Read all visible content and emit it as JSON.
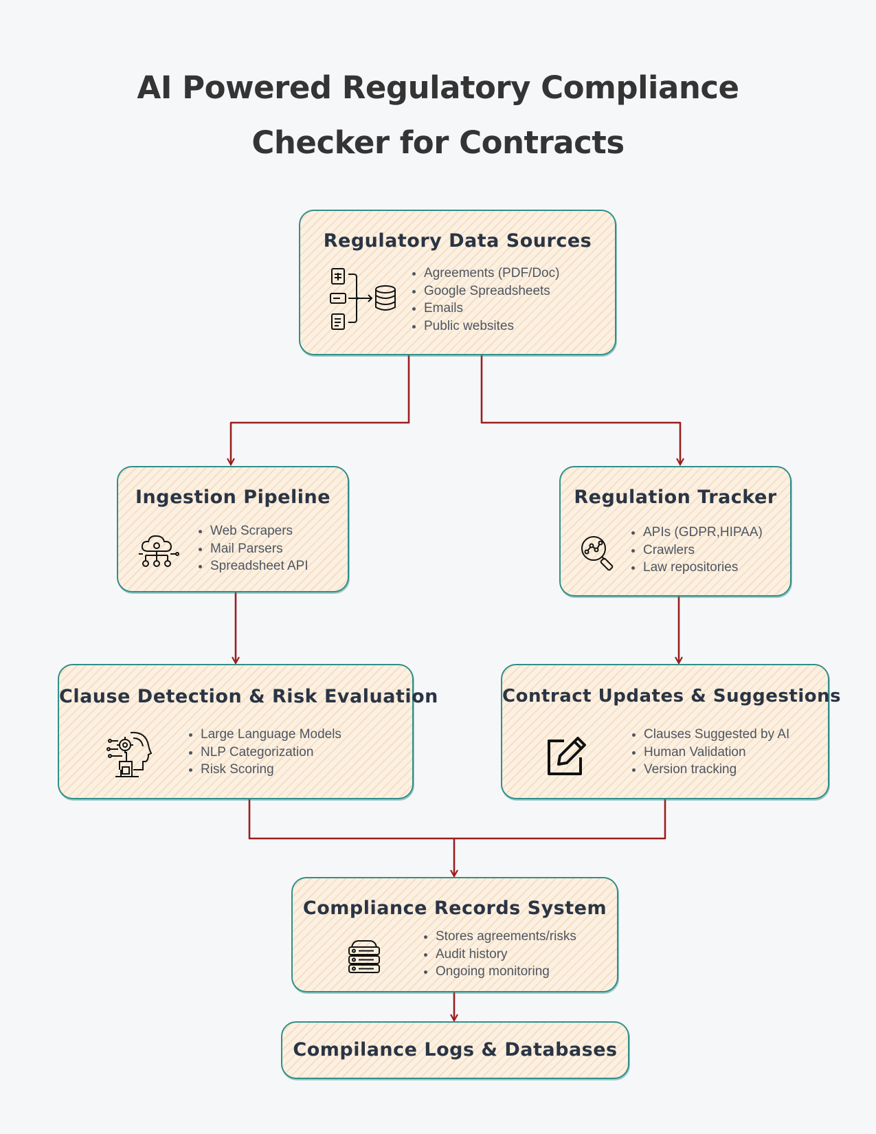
{
  "title": {
    "line1": "AI Powered Regulatory Compliance",
    "line2": "Checker for Contracts"
  },
  "colors": {
    "border": "#2f8f89",
    "fill": "#fbf0e1",
    "arrow": "#9a1e1e"
  },
  "nodes": {
    "sources": {
      "title": "Regulatory Data Sources",
      "icon": "data-sources-to-database-icon",
      "items": [
        "Agreements (PDF/Doc)",
        "Google Spreadsheets",
        "Emails",
        "Public websites"
      ]
    },
    "ingestion": {
      "title": "Ingestion Pipeline",
      "icon": "cloud-network-icon",
      "items": [
        "Web Scrapers",
        "Mail Parsers",
        "Spreadsheet API"
      ]
    },
    "tracker": {
      "title": "Regulation Tracker",
      "icon": "magnifier-analytics-icon",
      "items": [
        "APIs (GDPR,HIPAA)",
        "Crawlers",
        "Law repositories"
      ]
    },
    "clause": {
      "title": "Clause Detection & Risk Evaluation",
      "icon": "ai-head-icon",
      "items": [
        "Large Language Models",
        "NLP Categorization",
        "Risk Scoring"
      ]
    },
    "updates": {
      "title": "Contract Updates & Suggestions",
      "icon": "edit-pencil-icon",
      "items": [
        "Clauses Suggested by AI",
        "Human Validation",
        "Version tracking"
      ]
    },
    "records": {
      "title": "Compliance Records System",
      "icon": "server-stack-icon",
      "items": [
        "Stores agreements/risks",
        "Audit history",
        "Ongoing monitoring"
      ]
    },
    "logs": {
      "title": "Compilance Logs & Databases"
    }
  }
}
